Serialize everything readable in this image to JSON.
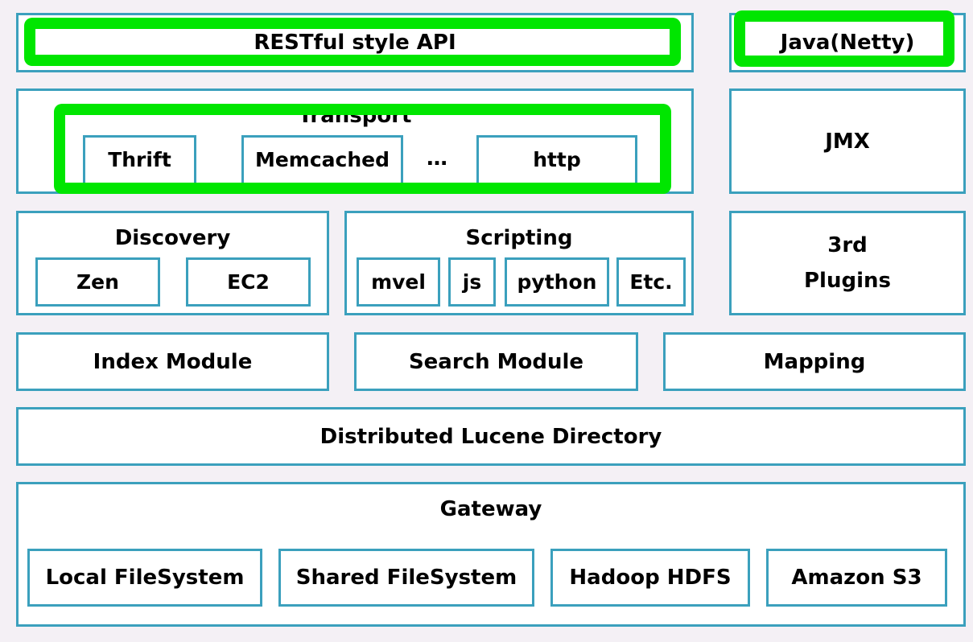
{
  "colors": {
    "border": "#3ba0bd",
    "highlight": "#00e600",
    "background": "#f4f0f5"
  },
  "api": {
    "restful": "RESTful style API",
    "java": "Java(Netty)"
  },
  "transport": {
    "title": "Transport",
    "items": [
      "Thrift",
      "Memcached",
      "http"
    ],
    "more": "…"
  },
  "jmx": "JMX",
  "discovery": {
    "title": "Discovery",
    "items": [
      "Zen",
      "EC2"
    ]
  },
  "scripting": {
    "title": "Scripting",
    "items": [
      "mvel",
      "js",
      "python",
      "Etc."
    ]
  },
  "plugins": {
    "line1": "3rd",
    "line2": "Plugins"
  },
  "modules": {
    "index": "Index Module",
    "search": "Search Module",
    "mapping": "Mapping"
  },
  "lucene": "Distributed Lucene Directory",
  "gateway": {
    "title": "Gateway",
    "items": [
      "Local FileSystem",
      "Shared FileSystem",
      "Hadoop HDFS",
      "Amazon S3"
    ]
  }
}
